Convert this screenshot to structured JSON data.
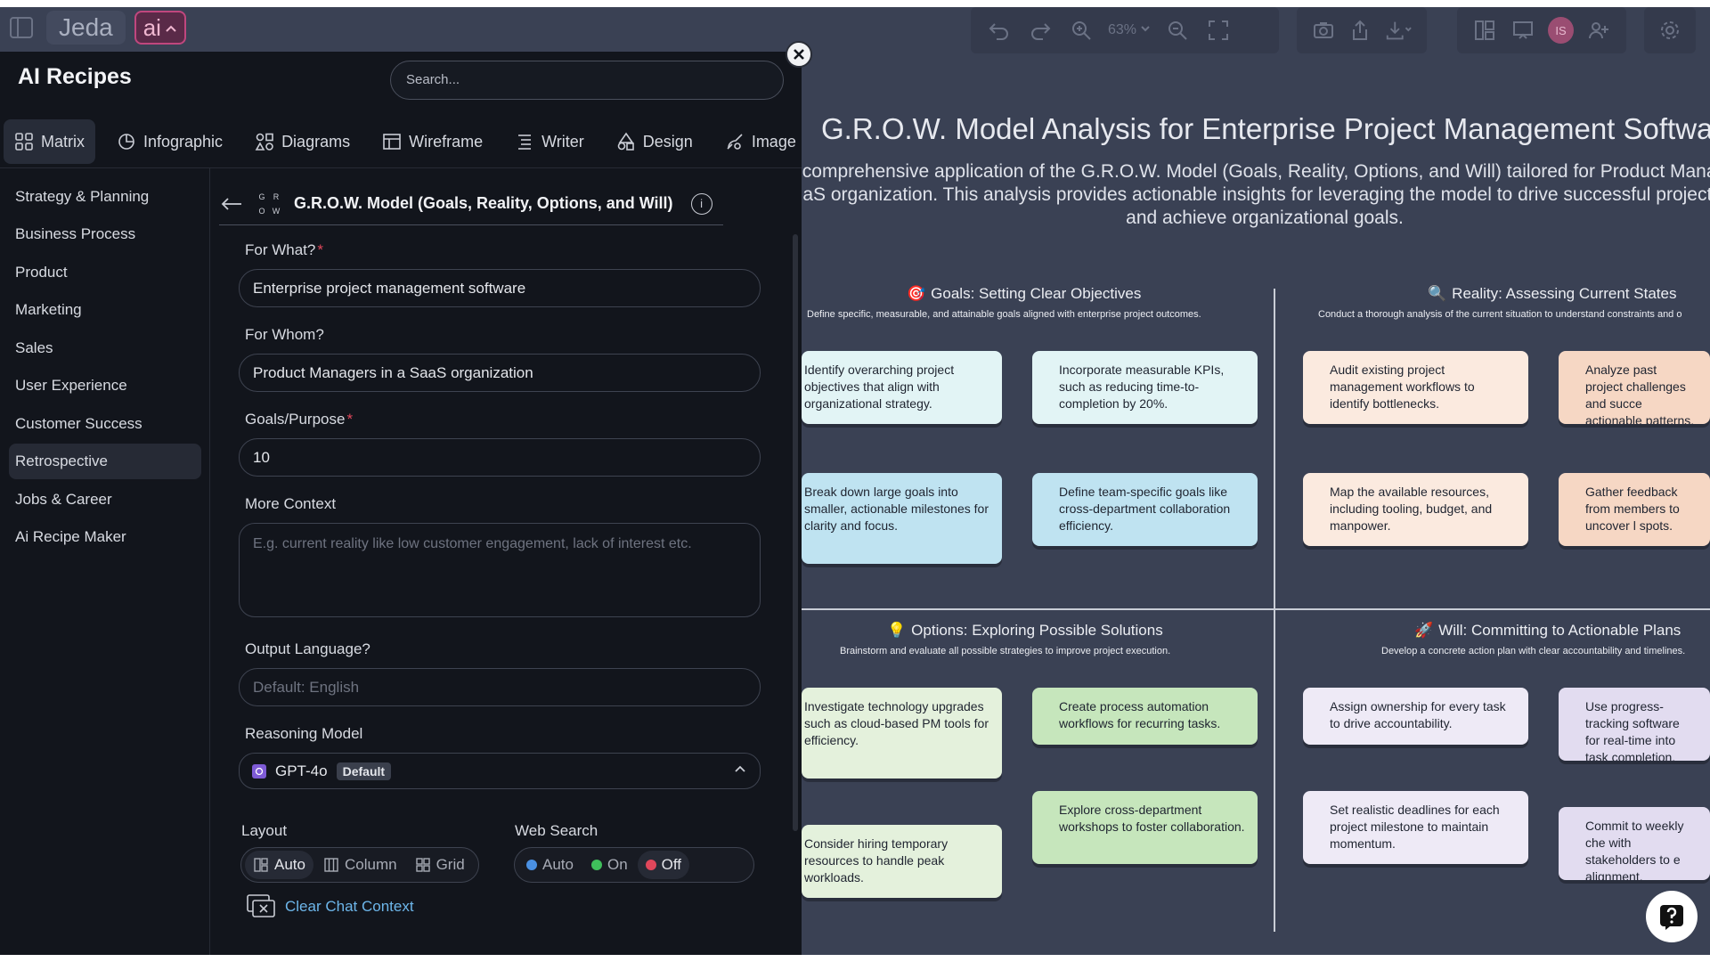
{
  "app": {
    "brand": "Jeda",
    "ai_button": "ai"
  },
  "toolbar": {
    "zoom": "63%",
    "avatar_initials": "IS"
  },
  "canvas": {
    "title": "G.R.O.W. Model Analysis for Enterprise Project Management Softwa",
    "subtitle_lines": [
      "comprehensive application of the G.R.O.W. Model (Goals, Reality, Options, and Will) tailored for Product Manag",
      "aS organization. This analysis provides actionable insights for leveraging the model to drive successful project c",
      "and achieve organizational goals."
    ],
    "quadrants": [
      {
        "emoji": "🎯",
        "title": "Goals: Setting Clear Objectives",
        "desc": "Define specific, measurable, and attainable goals aligned with enterprise project outcomes.",
        "cards": [
          "Identify overarching project objectives that align with organizational strategy.",
          "Incorporate measurable KPIs, such as reducing time-to-completion by 20%.",
          "Break down large goals into smaller, actionable milestones for clarity and focus.",
          "Define team-specific goals like cross-department collaboration efficiency."
        ]
      },
      {
        "emoji": "🔍",
        "title": "Reality: Assessing Current States",
        "desc": "Conduct a thorough analysis of the current situation to understand constraints and o",
        "cards": [
          "Audit existing project management workflows to identify bottlenecks.",
          "Analyze past project challenges and succe actionable patterns.",
          "Map the available resources, including tooling, budget, and manpower.",
          "Gather feedback from members to uncover l spots."
        ]
      },
      {
        "emoji": "💡",
        "title": "Options: Exploring Possible Solutions",
        "desc": "Brainstorm and evaluate all possible strategies to improve project execution.",
        "cards": [
          "Investigate technology upgrades such as cloud-based PM tools for efficiency.",
          "Create process automation workflows for recurring tasks.",
          "Consider hiring temporary resources to handle peak workloads.",
          "Explore cross-department workshops to foster collaboration."
        ]
      },
      {
        "emoji": "🚀",
        "title": "Will: Committing to Actionable Plans",
        "desc": "Develop a concrete action plan with clear accountability and timelines.",
        "cards": [
          "Assign ownership for every task to drive accountability.",
          "Use progress-tracking software for real-time into task completion.",
          "Set realistic deadlines for each project milestone to maintain momentum.",
          "Commit to weekly che with stakeholders to e alignment."
        ]
      }
    ]
  },
  "panel": {
    "title": "AI Recipes",
    "search_placeholder": "Search...",
    "tabs": [
      "Matrix",
      "Infographic",
      "Diagrams",
      "Wireframe",
      "Writer",
      "Design",
      "Image"
    ],
    "categories": [
      "Strategy & Planning",
      "Business Process",
      "Product",
      "Marketing",
      "Sales",
      "User Experience",
      "Customer Success",
      "Retrospective",
      "Jobs & Career",
      "Ai Recipe Maker"
    ],
    "recipe_title": "G.R.O.W. Model (Goals, Reality, Options, and Will)",
    "logo_letters": [
      "G",
      "R",
      "O",
      "W"
    ],
    "fields": {
      "for_what_label": "For What?",
      "for_what_value": "Enterprise project management software",
      "for_whom_label": "For Whom?",
      "for_whom_value": "Product Managers in a SaaS organization",
      "goals_label": "Goals/Purpose",
      "goals_value": "10",
      "context_label": "More Context",
      "context_placeholder": "E.g. current reality like low customer engagement, lack of interest etc.",
      "language_label": "Output Language?",
      "language_placeholder": "Default: English",
      "model_label": "Reasoning Model",
      "model_value": "GPT-4o",
      "model_badge": "Default"
    },
    "layout": {
      "label": "Layout",
      "options": [
        "Auto",
        "Column",
        "Grid"
      ],
      "selected": "Auto"
    },
    "web_search": {
      "label": "Web Search",
      "options": [
        "Auto",
        "On",
        "Off"
      ],
      "selected": "Off"
    },
    "clear_chat": "Clear Chat Context"
  },
  "colors": {
    "canvas_bg": "#3a4154",
    "panel_bg": "#12151c",
    "accent_link": "#6db6ea",
    "required": "#e0475b",
    "dot_auto": "#4a90e2",
    "dot_on": "#3fbf5b",
    "dot_off": "#e0475b"
  },
  "icons": [
    "sidebar-toggle-icon",
    "chevron-up-icon",
    "undo-icon",
    "redo-icon",
    "zoom-in-icon",
    "zoom-out-icon",
    "fit-screen-icon",
    "camera-icon",
    "share-icon",
    "download-icon",
    "layout-icon",
    "present-icon",
    "add-user-icon",
    "settings-icon",
    "close-icon",
    "back-arrow-icon",
    "info-icon",
    "help-icon",
    "clear-chat-icon"
  ]
}
